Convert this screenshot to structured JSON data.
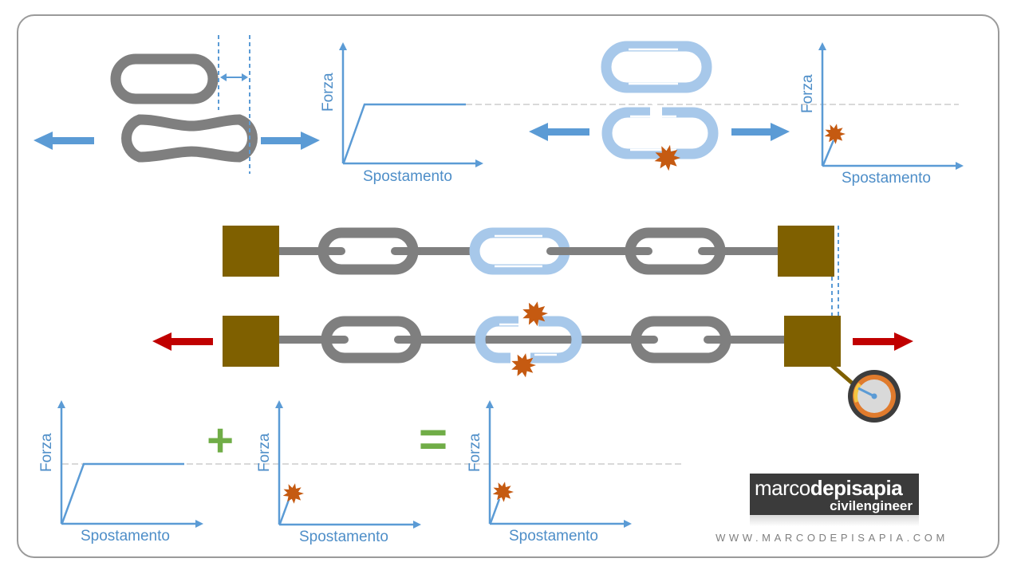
{
  "labels": {
    "force": "Forza",
    "displacement": "Spostamento"
  },
  "operators": {
    "plus": "+",
    "equals": "="
  },
  "logo": {
    "line1_regular": "marco",
    "line1_bold": "depisapia",
    "line2": "civilengineer"
  },
  "website": "WWW.MARCODEPISAPIA.COM",
  "colors": {
    "axis_blue": "#5b9bd5",
    "link_gray": "#7f7f7f",
    "link_light_blue": "#a7c8ea",
    "anchor_brown": "#7f6000",
    "tension_red": "#c00000",
    "burst_orange": "#c55a11",
    "plus_green": "#70ad47",
    "reference_line_gray": "#d9d9d9"
  },
  "icons": [
    "arrow-left-icon",
    "arrow-right-icon",
    "burst-icon",
    "gauge-icon",
    "plus-icon",
    "equals-icon"
  ]
}
